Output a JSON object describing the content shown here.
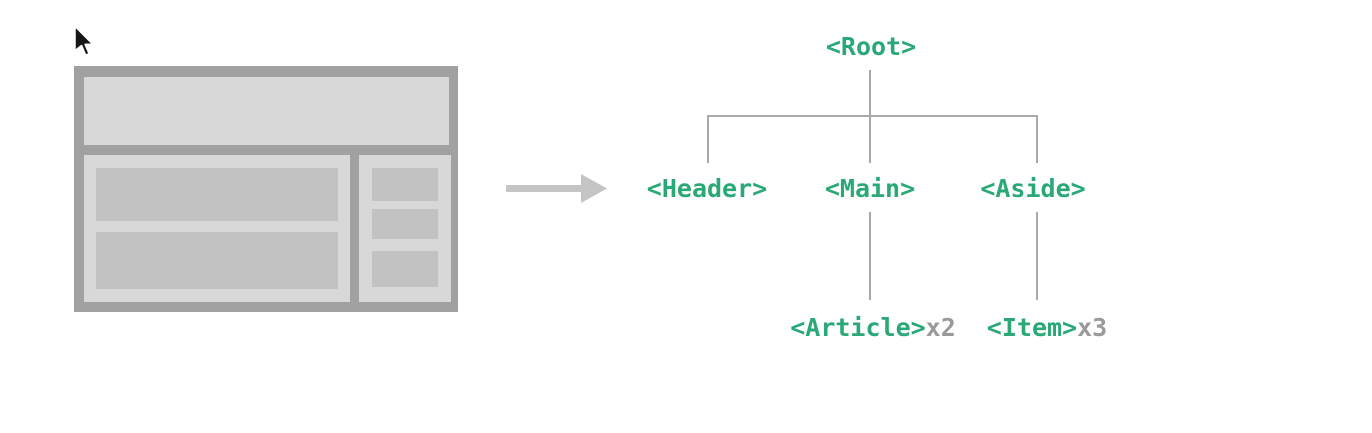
{
  "diagram": {
    "type": "tree",
    "tree": {
      "root_label": "<Root>",
      "level1": [
        {
          "label": "<Header>"
        },
        {
          "label": "<Main>"
        },
        {
          "label": "<Aside>"
        }
      ],
      "level2": [
        {
          "label": "<Article>",
          "count": "x2",
          "parent": "<Main>"
        },
        {
          "label": "<Item>",
          "count": "x3",
          "parent": "<Aside>"
        }
      ]
    },
    "wireframe": {
      "header_blocks": 1,
      "main_blocks": 2,
      "aside_blocks": 3
    },
    "icons": {
      "cursor": "cursor-arrow-icon",
      "arrow": "right-arrow-icon"
    },
    "colors": {
      "tag_green": "#2aa876",
      "count_gray": "#9a9a9a",
      "connector_gray": "#a9a9a9",
      "wireframe_frame": "#a1a1a1",
      "wireframe_panel": "#d8d8d8",
      "wireframe_block": "#c2c2c2",
      "arrow_gray": "#c5c5c5",
      "background": "#ffffff"
    }
  }
}
